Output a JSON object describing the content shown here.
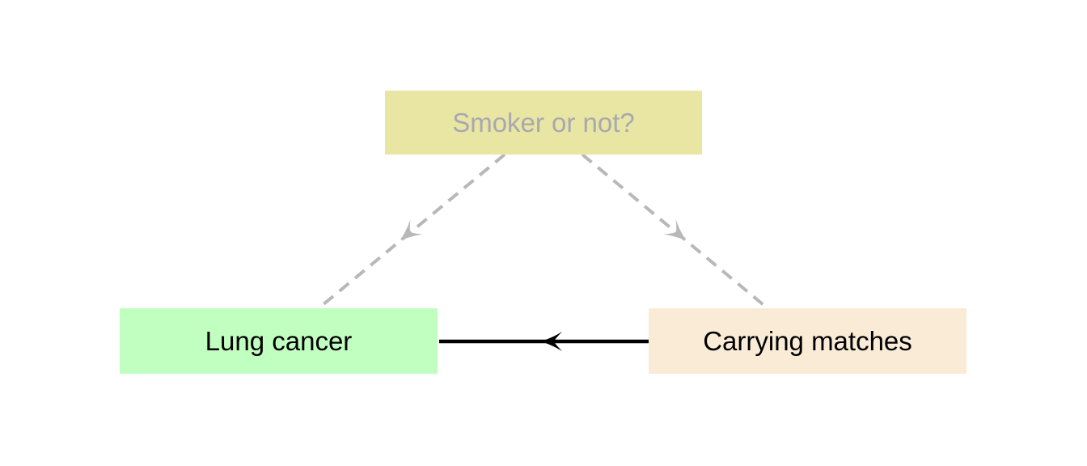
{
  "diagram": {
    "type": "causal-dag",
    "background": "#ffffff",
    "nodes": [
      {
        "id": "smoker",
        "label": "Smoker or not?",
        "fill": "#e9e5a3",
        "text_color": "#a8a8b0",
        "role": "unobserved-confounder"
      },
      {
        "id": "lung_cancer",
        "label": "Lung cancer",
        "fill": "#c1ffc1",
        "text_color": "#000000",
        "role": "outcome"
      },
      {
        "id": "carrying_matches",
        "label": "Carrying matches",
        "fill": "#faebd7",
        "text_color": "#000000",
        "role": "exposure"
      }
    ],
    "edges": [
      {
        "from": "Smoker or not?",
        "to": "Lung cancer",
        "style": "dashed",
        "color": "#b8b8b8"
      },
      {
        "from": "Smoker or not?",
        "to": "Carrying matches",
        "style": "dashed",
        "color": "#b8b8b8"
      },
      {
        "from": "Carrying matches",
        "to": "Lung cancer",
        "style": "solid",
        "color": "#000000"
      }
    ]
  }
}
